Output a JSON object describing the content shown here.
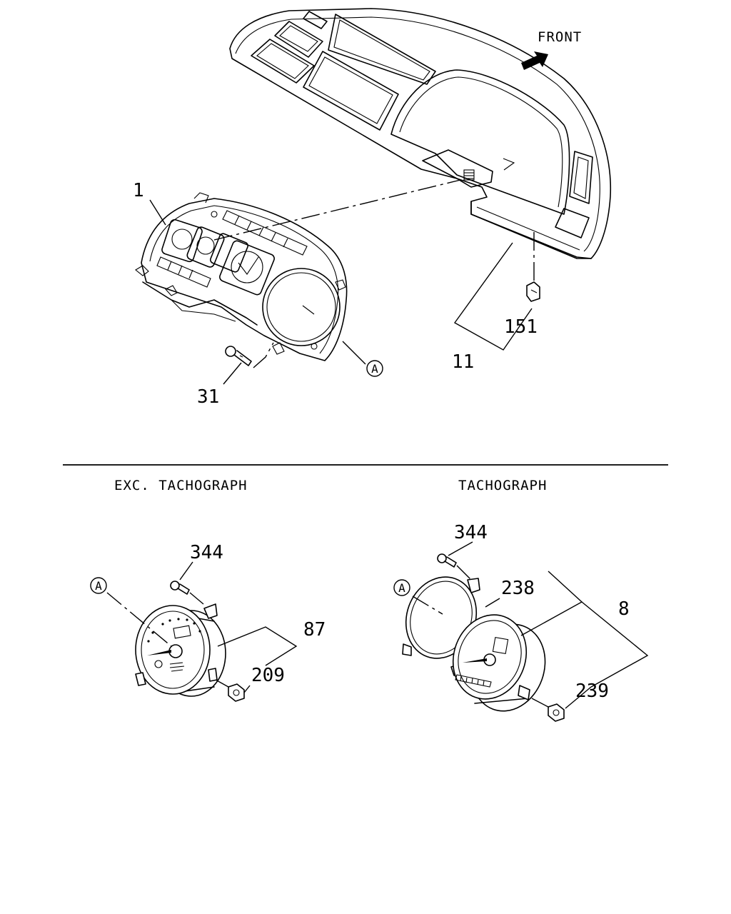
{
  "labels": {
    "front": "FRONT",
    "part_1": "1",
    "part_11": "11",
    "part_151": "151",
    "part_31": "31",
    "ref_a_top": "A",
    "exc_tachograph": "EXC. TACHOGRAPH",
    "tachograph": "TACHOGRAPH",
    "part_344_left": "344",
    "part_87": "87",
    "part_209": "209",
    "ref_a_left": "A",
    "part_344_right": "344",
    "part_238": "238",
    "part_8": "8",
    "part_239": "239",
    "ref_a_right": "A"
  }
}
